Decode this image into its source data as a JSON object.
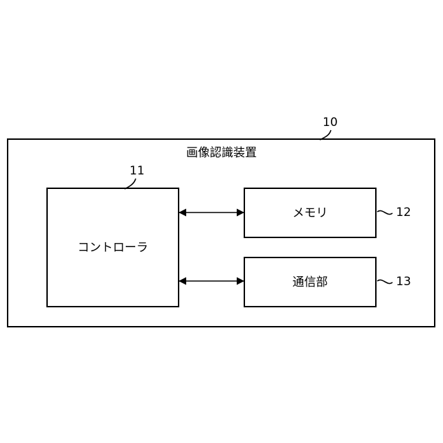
{
  "device": {
    "ref": "10",
    "title": "画像認識装置"
  },
  "controller": {
    "ref": "11",
    "label": "コントローラ"
  },
  "memory": {
    "ref": "12",
    "label": "メモリ"
  },
  "communication": {
    "ref": "13",
    "label": "通信部"
  }
}
